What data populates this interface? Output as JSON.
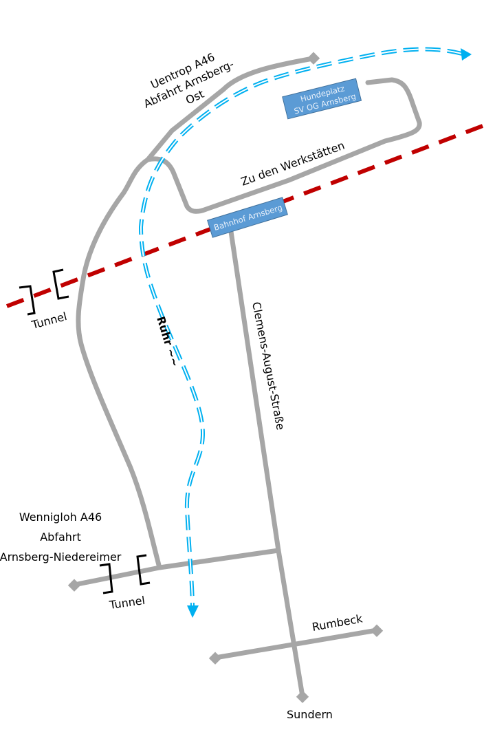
{
  "colors": {
    "road": "#a6a6a6",
    "rail": "#c00000",
    "river": "#00b0f0",
    "poi_box": "#5b9bd5",
    "poi_border": "#41719c"
  },
  "labels": {
    "uentrop": [
      "Uentrop A46",
      "Abfahrt Arnsberg-",
      "Ost"
    ],
    "zu_den_werkstaetten": "Zu den Werkstätten",
    "clemens": "Clemens-August-Straße",
    "ruhr": "Ruhr ~~",
    "tunnel_north": "Tunnel",
    "tunnel_south": "Tunnel",
    "wennigloh": [
      "Wennigloh A46",
      "Abfahrt",
      "Arnsberg-Niedereimer"
    ],
    "rumbeck": "Rumbeck",
    "sundern": "Sundern"
  },
  "pois": {
    "hundeplatz": [
      "Hundeplatz",
      "SV OG Arnsberg"
    ],
    "bahnhof": "Bahnhof Arnsberg"
  }
}
